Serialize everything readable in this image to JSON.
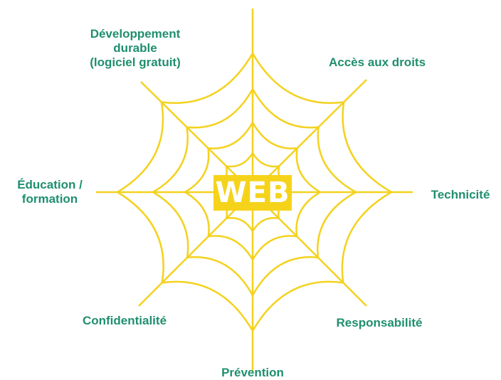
{
  "center": {
    "text": "WEB"
  },
  "colors": {
    "web": "#f4d21f",
    "label": "#1f8f6e",
    "center_bg": "#f6d31b",
    "center_text": "#ffffff"
  },
  "labels": {
    "top_left": [
      "Développement",
      "durable",
      "(logiciel gratuit)"
    ],
    "top_right": "Accès aux droits",
    "left": [
      "Éducation /",
      "formation"
    ],
    "right": "Technicité",
    "bottom_left": "Confidentialité",
    "bottom_right": "Responsabilité",
    "bottom": "Prévention"
  }
}
